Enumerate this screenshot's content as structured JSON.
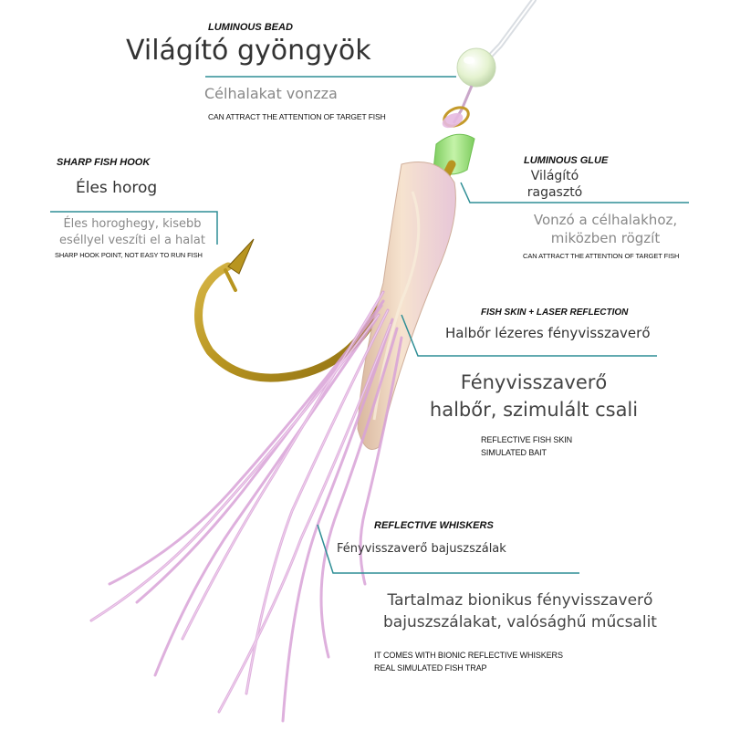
{
  "bead": {
    "tag": "LUMINOUS BEAD",
    "title": "Világító gyöngyök",
    "subtitle": "Célhalakat vonzza",
    "caption": "CAN ATTRACT THE ATTENTION OF TARGET FISH"
  },
  "hook": {
    "tag": "SHARP FISH HOOK",
    "title": "Éles horog",
    "subtitle_line1": "Éles horoghegy, kisebb",
    "subtitle_line2": "eséllyel veszíti el a halat",
    "caption": "SHARP HOOK POINT, NOT EASY TO RUN FISH"
  },
  "glue": {
    "tag": "LUMINOUS GLUE",
    "title_line1": "Világító",
    "title_line2": "ragasztó",
    "subtitle_line1": "Vonzó a célhalakhoz,",
    "subtitle_line2": "miközben rögzít",
    "caption": "CAN ATTRACT THE ATTENTION OF TARGET FISH"
  },
  "skin": {
    "tag": "FISH SKIN + LASER REFLECTION",
    "title": "Halbőr lézeres fényvisszaverő",
    "body_line1": "Fényvisszaverő",
    "body_line2": "halbőr, szimulált csali",
    "caption_line1": "REFLECTIVE FISH SKIN",
    "caption_line2": "SIMULATED BAIT"
  },
  "whiskers": {
    "tag": "REFLECTIVE WHISKERS",
    "title": "Fényvisszaverő bajuszszálak",
    "body_line1": "Tartalmaz bionikus fényvisszaverő",
    "body_line2": "bajuszszálakat, valósághű műcsalit",
    "caption_line1": "IT COMES WITH BIONIC REFLECTIVE WHISKERS",
    "caption_line2": "REAL SIMULATED FISH TRAP"
  },
  "colors": {
    "leader_line": "#2e8e95",
    "hook_gold": "#b89520",
    "bead_glow": "#e4f2cf",
    "glue_green": "#9be07c",
    "skin": "#e9cfb4",
    "whisker_pink": "#d9a3d8"
  }
}
